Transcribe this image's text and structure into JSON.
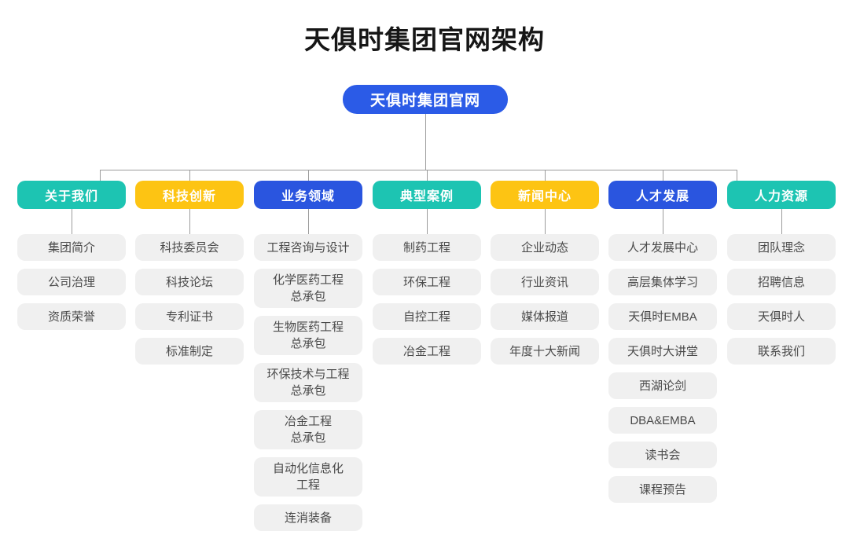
{
  "page": {
    "title": "天俱时集团官网架构"
  },
  "root": {
    "label": "天俱时集团官网"
  },
  "colors": {
    "teal": "#1dc4b2",
    "yellow": "#fdc413",
    "blue": "#2a55df",
    "root_blue": "#2b5be7",
    "item_bg": "#f0f0f0",
    "item_text": "#4a4a4a",
    "header_text": "#ffffff",
    "line": "#9c9c9c"
  },
  "columns": [
    {
      "label": "关于我们",
      "color": "teal",
      "items": [
        {
          "lines": [
            "集团简介"
          ]
        },
        {
          "lines": [
            "公司治理"
          ]
        },
        {
          "lines": [
            "资质荣誉"
          ]
        }
      ]
    },
    {
      "label": "科技创新",
      "color": "yellow",
      "items": [
        {
          "lines": [
            "科技委员会"
          ]
        },
        {
          "lines": [
            "科技论坛"
          ]
        },
        {
          "lines": [
            "专利证书"
          ]
        },
        {
          "lines": [
            "标准制定"
          ]
        }
      ]
    },
    {
      "label": "业务领域",
      "color": "blue",
      "items": [
        {
          "lines": [
            "工程咨询与设计"
          ]
        },
        {
          "lines": [
            "化学医药工程",
            "总承包"
          ]
        },
        {
          "lines": [
            "生物医药工程",
            "总承包"
          ]
        },
        {
          "lines": [
            "环保技术与工程",
            "总承包"
          ]
        },
        {
          "lines": [
            "冶金工程",
            "总承包"
          ]
        },
        {
          "lines": [
            "自动化信息化",
            "工程"
          ]
        },
        {
          "lines": [
            "连消装备"
          ]
        }
      ]
    },
    {
      "label": "典型案例",
      "color": "teal",
      "items": [
        {
          "lines": [
            "制药工程"
          ]
        },
        {
          "lines": [
            "环保工程"
          ]
        },
        {
          "lines": [
            "自控工程"
          ]
        },
        {
          "lines": [
            "冶金工程"
          ]
        }
      ]
    },
    {
      "label": "新闻中心",
      "color": "yellow",
      "items": [
        {
          "lines": [
            "企业动态"
          ]
        },
        {
          "lines": [
            "行业资讯"
          ]
        },
        {
          "lines": [
            "媒体报道"
          ]
        },
        {
          "lines": [
            "年度十大新闻"
          ]
        }
      ]
    },
    {
      "label": "人才发展",
      "color": "blue",
      "items": [
        {
          "lines": [
            "人才发展中心"
          ]
        },
        {
          "lines": [
            "高层集体学习"
          ]
        },
        {
          "lines": [
            "天俱时EMBA"
          ]
        },
        {
          "lines": [
            "天俱时大讲堂"
          ]
        },
        {
          "lines": [
            "西湖论剑"
          ]
        },
        {
          "lines": [
            "DBA&EMBA"
          ]
        },
        {
          "lines": [
            "读书会"
          ]
        },
        {
          "lines": [
            "课程预告"
          ]
        }
      ]
    },
    {
      "label": "人力资源",
      "color": "teal",
      "items": [
        {
          "lines": [
            "团队理念"
          ]
        },
        {
          "lines": [
            "招聘信息"
          ]
        },
        {
          "lines": [
            "天俱时人"
          ]
        },
        {
          "lines": [
            "联系我们"
          ]
        }
      ]
    }
  ]
}
